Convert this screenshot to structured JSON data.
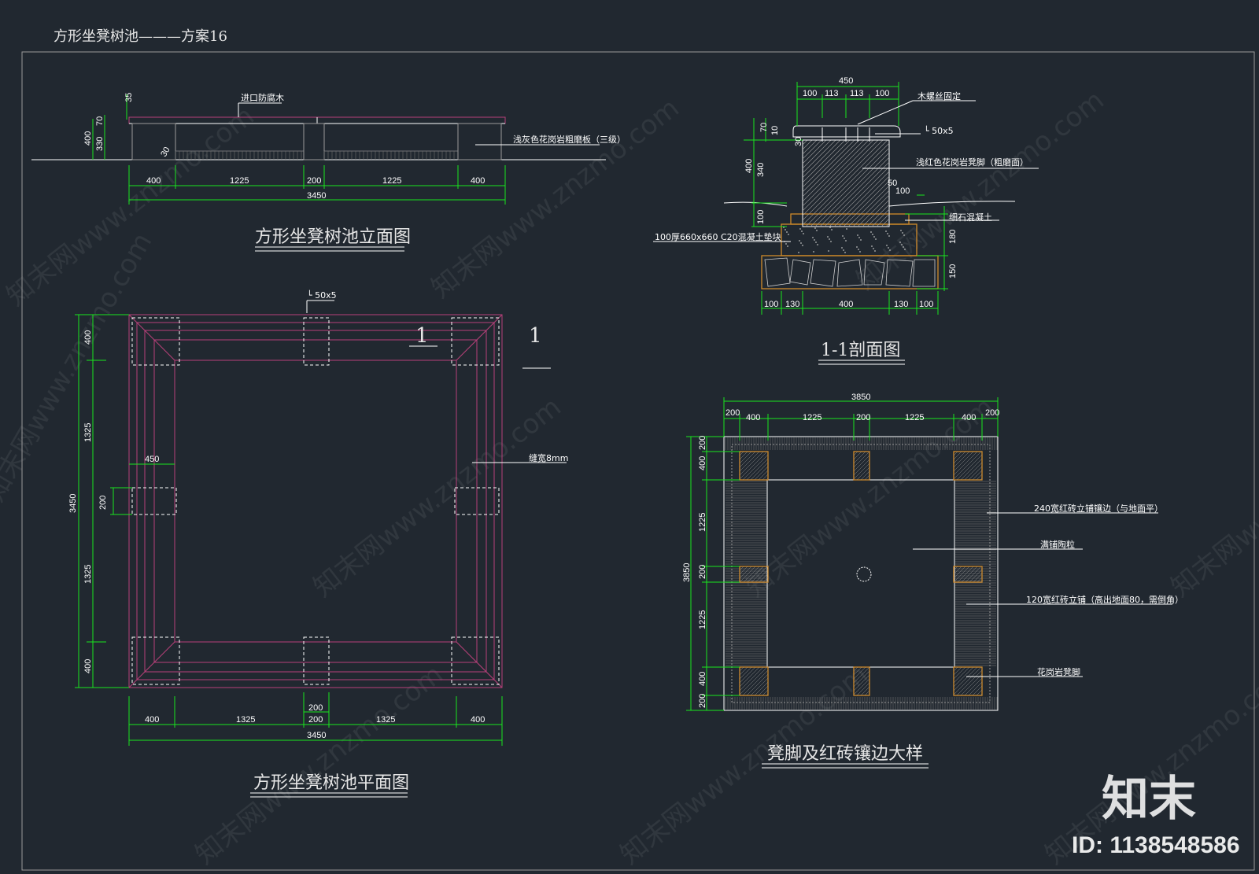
{
  "sheet": {
    "title": "方形坐凳树池———方案16",
    "watermark": {
      "text": "知末网www.znzmo.com",
      "logo": "知末",
      "id": "ID: 1138548586"
    }
  },
  "elevation": {
    "title": "方形坐凳树池立面图",
    "notes": {
      "top_wood": "进口防腐木",
      "granite": "浅灰色花岗岩粗磨板（三级）"
    },
    "dims_h": [
      "400",
      "1225",
      "200",
      "1225",
      "400"
    ],
    "dim_total": "3450",
    "dims_v": [
      "400",
      "330",
      "70",
      "35",
      "30"
    ]
  },
  "section": {
    "title": "1-1剖面图",
    "dims_top": [
      "450",
      "100",
      "113",
      "113",
      "100"
    ],
    "dims_bottom": [
      "100",
      "130",
      "400",
      "130",
      "100"
    ],
    "dims_left": [
      "70",
      "10",
      "30",
      "400",
      "340",
      "100"
    ],
    "dims_right": [
      "50",
      "100",
      "180",
      "150"
    ],
    "notes": {
      "screw": "木螺丝固定",
      "angle": "└ 50x5",
      "granite_leg": "浅红色花岗岩凳脚（粗磨面）",
      "concrete": "细石混凝土",
      "pad": "100厚660x660 C20混凝土垫块"
    }
  },
  "plan": {
    "title": "方形坐凳树池平面图",
    "section_mark": "1",
    "angle": "└ 50x5",
    "gap_note": "缝宽8mm",
    "dim_450": "450",
    "dim_200_left": "200",
    "dims_h": [
      "400",
      "1325",
      "200",
      "1325",
      "400"
    ],
    "dim_total": "3450",
    "dims_v": [
      "400",
      "1325",
      "1325",
      "400"
    ],
    "dim_v_total": "3450",
    "dim_bottom_200": "200"
  },
  "detail": {
    "title": "凳脚及红砖镶边大样",
    "dim_total": "3850",
    "dims_h": [
      "200",
      "400",
      "1225",
      "200",
      "1225",
      "400",
      "200"
    ],
    "dims_v": [
      "200",
      "400",
      "1225",
      "200",
      "1225",
      "400",
      "200"
    ],
    "dim_v_total": "3850",
    "notes": {
      "brick240": "240宽红砖立铺镶边（与地面平）",
      "ceramsite": "满铺陶粒",
      "brick120": "120宽红砖立铺（高出地面80，需倒角）",
      "granite_leg": "花岗岩凳脚"
    }
  }
}
